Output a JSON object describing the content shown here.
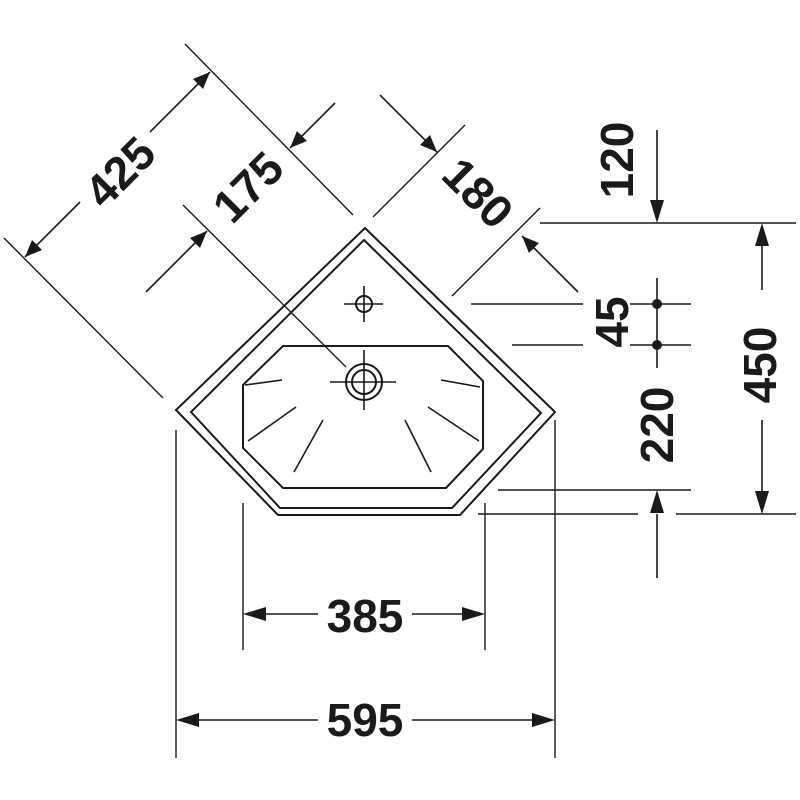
{
  "drawing": {
    "subject": "corner washbasin dimension drawing",
    "dimensions": {
      "d425": "425",
      "d175": "175",
      "d180": "180",
      "d120": "120",
      "d45": "45",
      "d450": "450",
      "d220": "220",
      "d385": "385",
      "d595": "595"
    },
    "colors": {
      "ink": "#1a1a1a",
      "background": "#ffffff"
    }
  }
}
